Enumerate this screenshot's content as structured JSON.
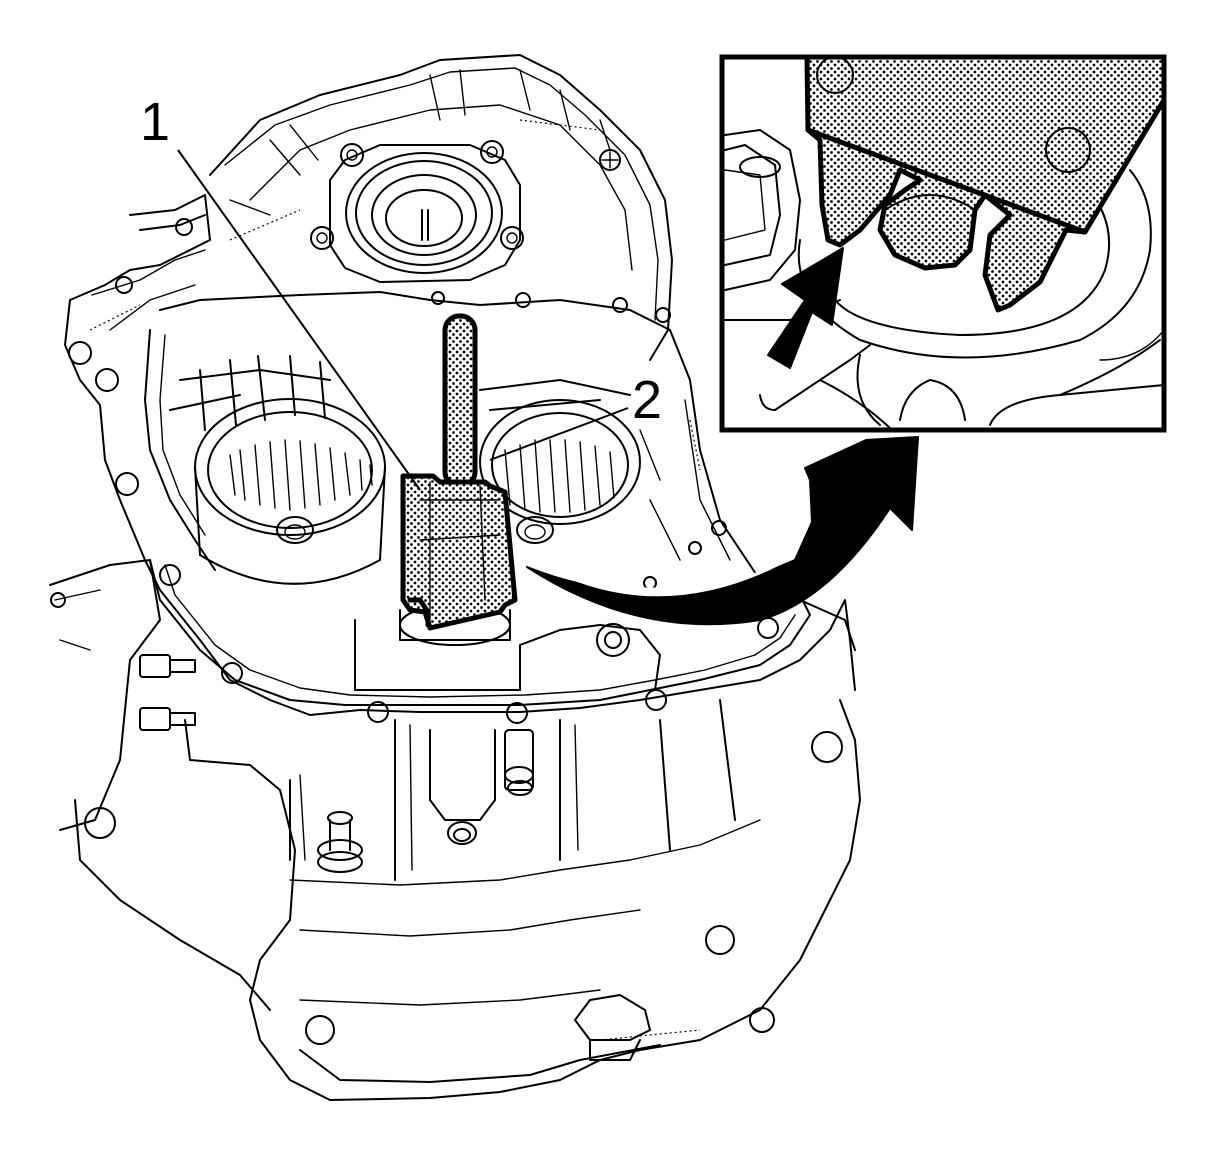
{
  "figure": {
    "callouts": [
      {
        "label": "1"
      },
      {
        "label": "2"
      }
    ],
    "colors": {
      "line": "#000000",
      "background": "#ffffff",
      "tool_fill": "stippled-black"
    },
    "icons": [
      "curved-arrow-icon",
      "pointer-arrow-icon"
    ]
  }
}
